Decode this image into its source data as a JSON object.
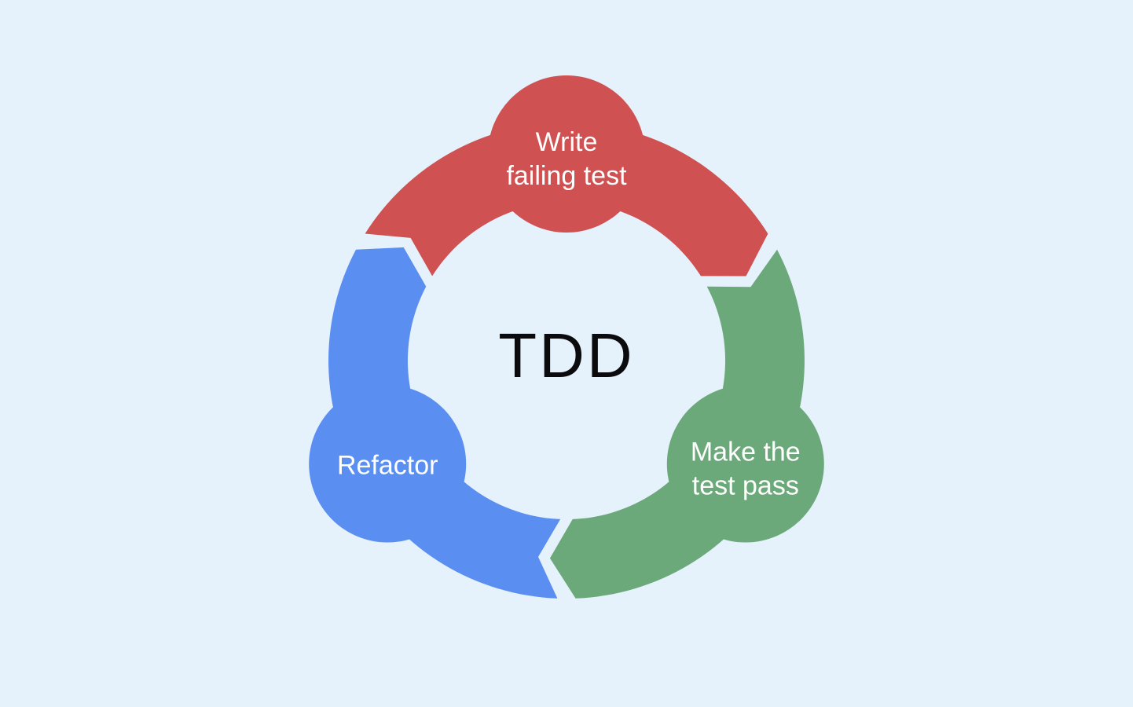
{
  "colors": {
    "background": "#E5F2FC",
    "red": "#CF5152",
    "green": "#6CA97A",
    "blue": "#5A8EF0",
    "title_text": "#0B0B0E",
    "node_label_text": "#FFFFFF"
  },
  "diagram": {
    "title": "TDD",
    "type": "cycle",
    "direction": "clockwise",
    "flow": [
      "write-failing-test",
      "make-the-test-pass",
      "refactor"
    ],
    "nodes": [
      {
        "id": "write-failing-test",
        "label": "Write failing test",
        "label_lines": [
          "Write",
          "failing test"
        ],
        "color": "#CF5152",
        "angle": 270,
        "tail_angle": 210,
        "head_angle": 330
      },
      {
        "id": "make-the-test-pass",
        "label": "Make the test pass",
        "label_lines": [
          "Make the",
          "test pass"
        ],
        "color": "#6CA97A",
        "angle": 30,
        "tail_angle": 330,
        "head_angle": 450
      },
      {
        "id": "refactor",
        "label": "Refactor",
        "label_lines": [
          "Refactor"
        ],
        "color": "#5A8EF0",
        "angle": 150,
        "tail_angle": 90,
        "head_angle": 210
      }
    ]
  }
}
